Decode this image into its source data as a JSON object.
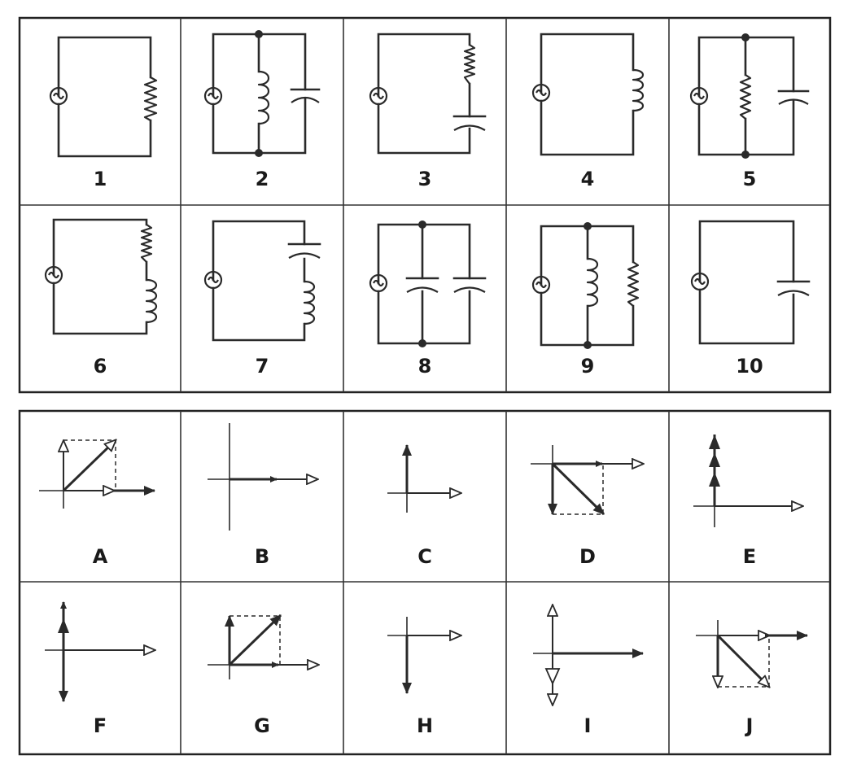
{
  "circuits": {
    "labels": [
      "1",
      "2",
      "3",
      "4",
      "5",
      "6",
      "7",
      "8",
      "9",
      "10"
    ]
  },
  "phasors": {
    "labels": [
      "A",
      "B",
      "C",
      "D",
      "E",
      "F",
      "G",
      "H",
      "I",
      "J"
    ]
  }
}
